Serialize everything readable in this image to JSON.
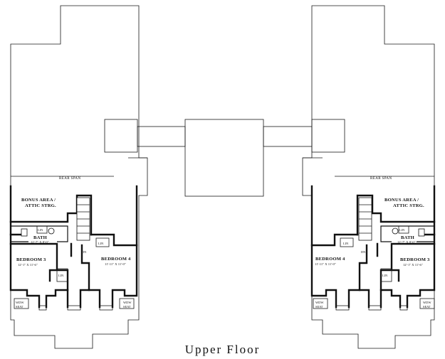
{
  "caption": "Upper Floor",
  "left_unit": {
    "rear_span": "REAR SPAN",
    "bonus_line1": "BONUS AREA /",
    "bonus_line2": "ATTIC STRG.",
    "bath": "BATH",
    "bath_dim": "12'-7\" X 8'-0\"",
    "lin1": "LIN",
    "lin2": "LIN",
    "lin3": "LIN",
    "dn": "DN",
    "bedroom3": "BEDROOM 3",
    "bedroom3_dim": "12'-1\" X 11'-6\"",
    "bedroom4": "BEDROOM 4",
    "bedroom4_dim": "11'-11\" X 11'-0\"",
    "wdw": "WDW",
    "seat": "SEAT",
    "wdw2": "WDW",
    "seat2": "SEAT"
  },
  "right_unit": {
    "rear_span": "REAR SPAN",
    "bonus_line1": "BONUS AREA /",
    "bonus_line2": "ATTIC STRG.",
    "bath": "BATH",
    "bath_dim": "12'-7\" X 8'-0\"",
    "lin1": "LIN",
    "lin2": "LIN",
    "lin3": "LIN",
    "dn": "DN",
    "bedroom3": "BEDROOM 3",
    "bedroom3_dim": "12'-1\" X 11'-6\"",
    "bedroom4": "BEDROOM 4",
    "bedroom4_dim": "11'-11\" X 11'-0\"",
    "wdw": "WDW",
    "seat": "SEAT",
    "wdw2": "WDW",
    "seat2": "SEAT"
  }
}
